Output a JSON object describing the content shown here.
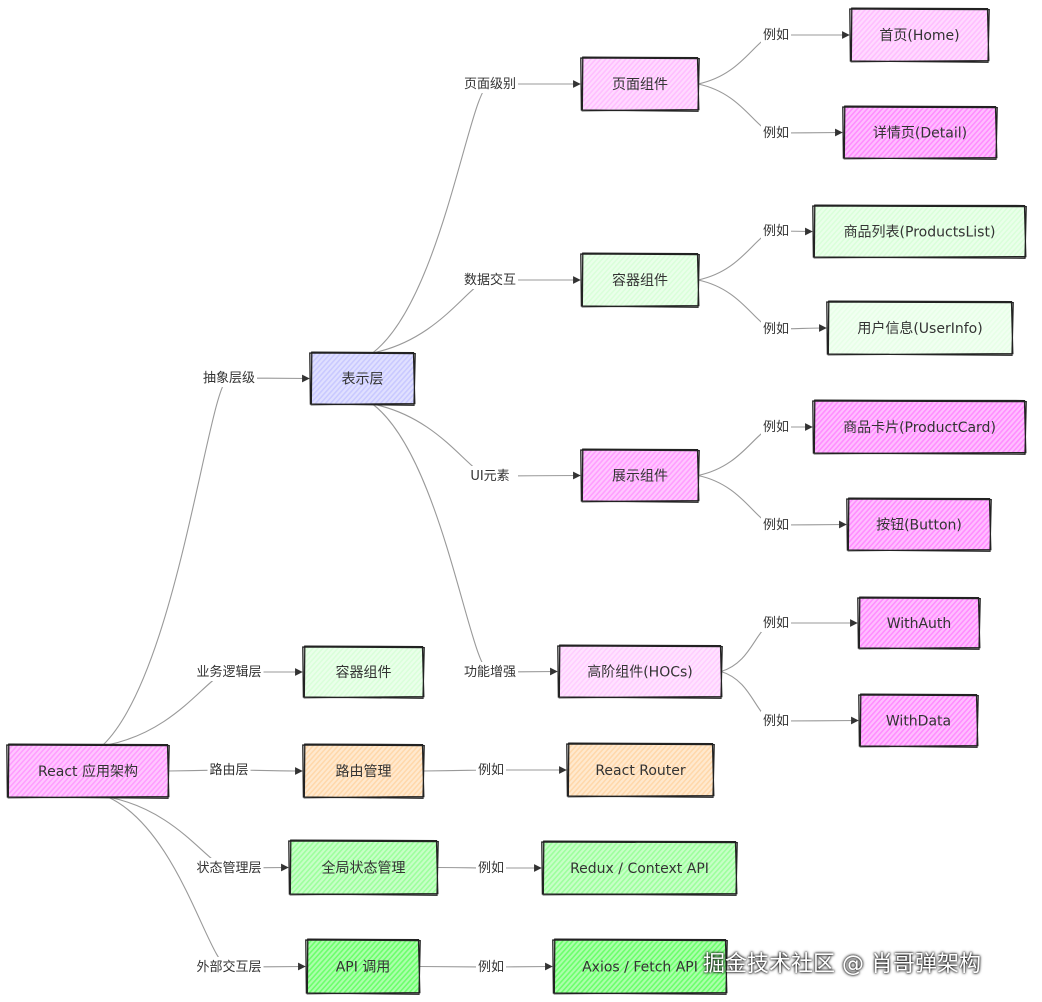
{
  "diagram": {
    "nodes": [
      {
        "id": "root",
        "label": "React 应用架构",
        "fill": "#ff99ff"
      },
      {
        "id": "pres",
        "label": "表示层",
        "fill": "#c7c7ff"
      },
      {
        "id": "biz",
        "label": "容器组件",
        "fill": "#d9ffd9"
      },
      {
        "id": "route",
        "label": "路由管理",
        "fill": "#ffd7a8"
      },
      {
        "id": "state",
        "label": "全局状态管理",
        "fill": "#99ff99"
      },
      {
        "id": "api",
        "label": "API 调用",
        "fill": "#66ff66"
      },
      {
        "id": "page",
        "label": "页面组件",
        "fill": "#ffbbff"
      },
      {
        "id": "cont",
        "label": "容器组件",
        "fill": "#d9ffd9"
      },
      {
        "id": "disp",
        "label": "展示组件",
        "fill": "#ff99ff"
      },
      {
        "id": "hoc",
        "label": "高阶组件(HOCs)",
        "fill": "#ffccff"
      },
      {
        "id": "home",
        "label": "首页(Home)",
        "fill": "#ffbbff"
      },
      {
        "id": "detail",
        "label": "详情页(Detail)",
        "fill": "#ff88ff"
      },
      {
        "id": "plist",
        "label": "商品列表(ProductsList)",
        "fill": "#d9ffd9"
      },
      {
        "id": "uinfo",
        "label": "用户信息(UserInfo)",
        "fill": "#e6ffe6"
      },
      {
        "id": "pcard",
        "label": "商品卡片(ProductCard)",
        "fill": "#ff88ff"
      },
      {
        "id": "btn",
        "label": "按钮(Button)",
        "fill": "#ff88ff"
      },
      {
        "id": "wauth",
        "label": "WithAuth",
        "fill": "#ff88ff"
      },
      {
        "id": "wdata",
        "label": "WithData",
        "fill": "#ff88ff"
      },
      {
        "id": "rr",
        "label": "React Router",
        "fill": "#ffd7a8"
      },
      {
        "id": "redux",
        "label": "Redux / Context API",
        "fill": "#99ff99"
      },
      {
        "id": "axios",
        "label": "Axios / Fetch API",
        "fill": "#66ff66"
      }
    ],
    "edges": [
      {
        "from": "root",
        "to": "pres",
        "label": "抽象层级"
      },
      {
        "from": "root",
        "to": "biz",
        "label": "业务逻辑层"
      },
      {
        "from": "root",
        "to": "route",
        "label": "路由层"
      },
      {
        "from": "root",
        "to": "state",
        "label": "状态管理层"
      },
      {
        "from": "root",
        "to": "api",
        "label": "外部交互层"
      },
      {
        "from": "pres",
        "to": "page",
        "label": "页面级别"
      },
      {
        "from": "pres",
        "to": "cont",
        "label": "数据交互"
      },
      {
        "from": "pres",
        "to": "disp",
        "label": "UI元素"
      },
      {
        "from": "pres",
        "to": "hoc",
        "label": "功能增强"
      },
      {
        "from": "page",
        "to": "home",
        "label": "例如"
      },
      {
        "from": "page",
        "to": "detail",
        "label": "例如"
      },
      {
        "from": "cont",
        "to": "plist",
        "label": "例如"
      },
      {
        "from": "cont",
        "to": "uinfo",
        "label": "例如"
      },
      {
        "from": "disp",
        "to": "pcard",
        "label": "例如"
      },
      {
        "from": "disp",
        "to": "btn",
        "label": "例如"
      },
      {
        "from": "hoc",
        "to": "wauth",
        "label": "例如"
      },
      {
        "from": "hoc",
        "to": "wdata",
        "label": "例如"
      },
      {
        "from": "route",
        "to": "rr",
        "label": "例如"
      },
      {
        "from": "state",
        "to": "redux",
        "label": "例如"
      },
      {
        "from": "api",
        "to": "axios",
        "label": "例如"
      }
    ]
  },
  "watermark": "掘金技术社区 @ 肖哥弹架构"
}
